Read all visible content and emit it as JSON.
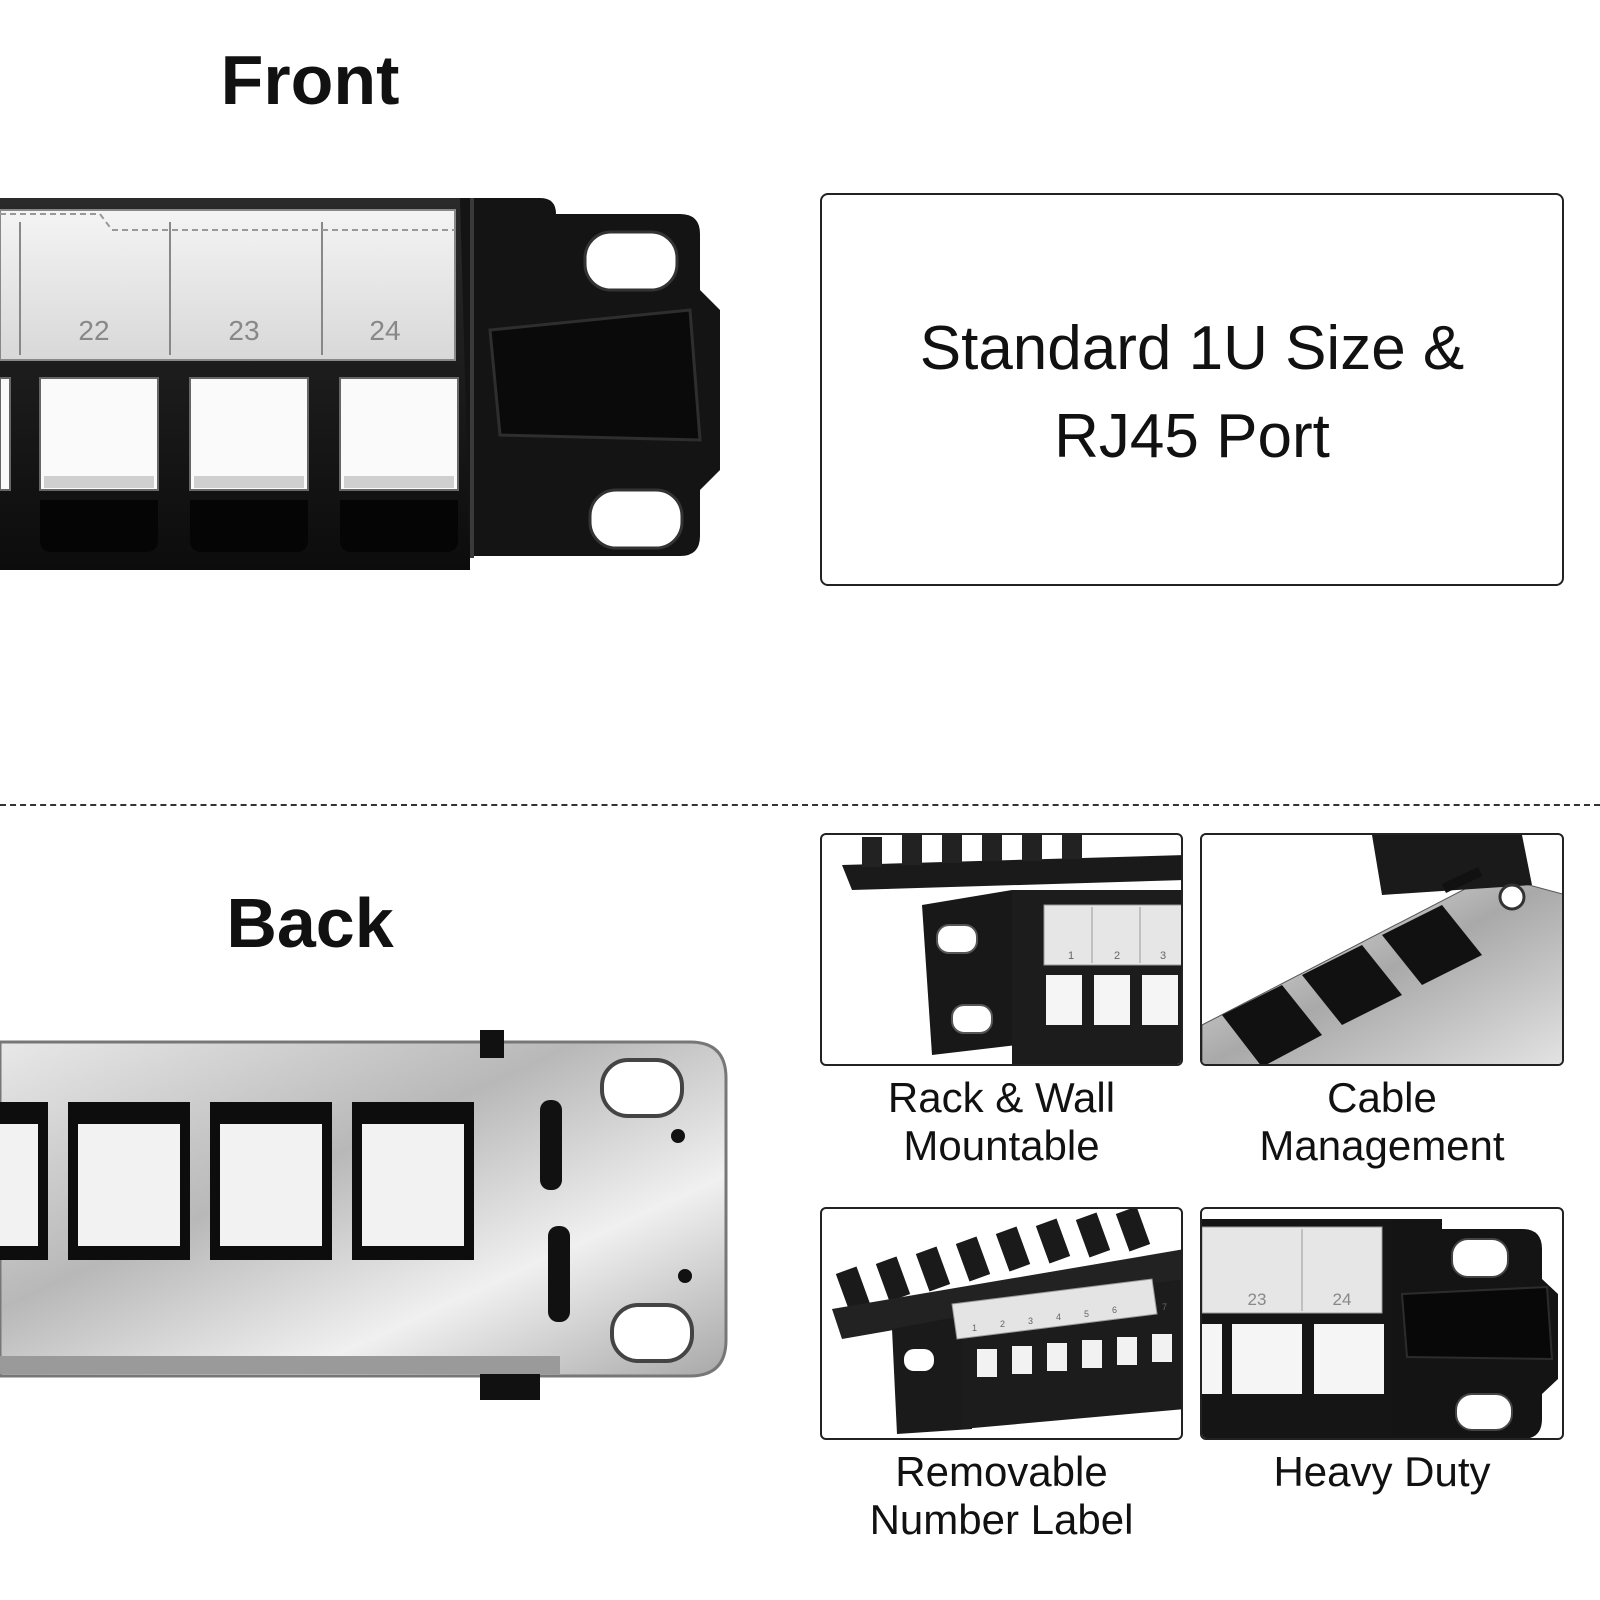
{
  "front": {
    "title": "Front",
    "port_numbers": [
      "22",
      "23",
      "24"
    ]
  },
  "back": {
    "title": "Back"
  },
  "main_feature": {
    "line1": "Standard 1U Size &",
    "line2": "RJ45 Port"
  },
  "features": [
    {
      "line1": "Rack & Wall",
      "line2": "Mountable"
    },
    {
      "line1": "Cable",
      "line2": "Management"
    },
    {
      "line1": "Removable",
      "line2": "Number Label"
    },
    {
      "line1": "Heavy Duty",
      "line2": ""
    }
  ],
  "thumb_labels": {
    "rack": [
      "1",
      "2",
      "3"
    ],
    "removable": [
      "1",
      "2",
      "3",
      "4",
      "5",
      "6",
      "7"
    ],
    "heavy": [
      "23",
      "24"
    ]
  },
  "colors": {
    "panel_black": "#151515",
    "steel": "#c9c9c9",
    "text": "#111111"
  }
}
